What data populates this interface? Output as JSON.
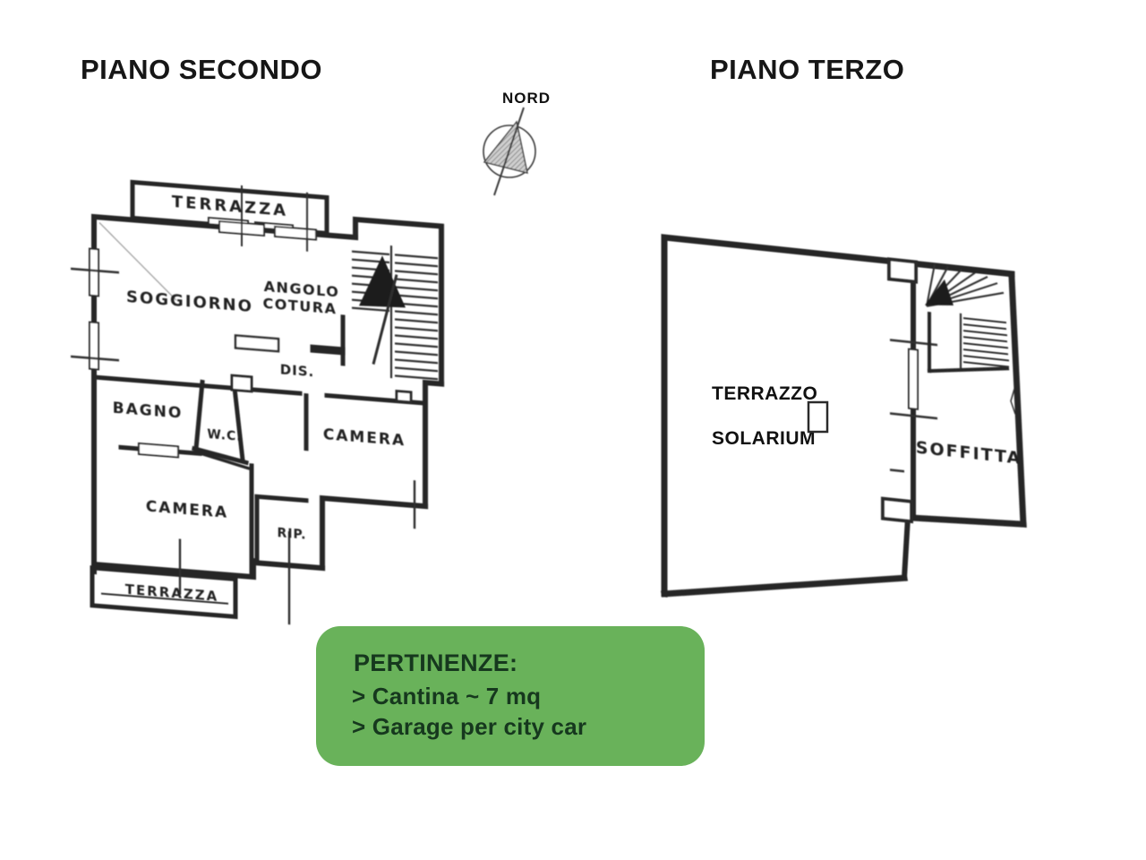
{
  "titles": {
    "floor2": "PIANO SECONDO",
    "floor3": "PIANO TERZO"
  },
  "compass": {
    "label": "NORD"
  },
  "floor2": {
    "rooms": {
      "terrazza_top": "TERRAZZA",
      "soggiorno": "SOGGIORNO",
      "angolo_line1": "ANGOLO",
      "angolo_line2": "COTURA",
      "dis": "DIS.",
      "bagno": "BAGNO",
      "wc": "W.C.",
      "camera_right": "CAMERA",
      "camera_left": "CAMERA",
      "rip": "RIP.",
      "terrazza_bottom": "TERRAZZA"
    }
  },
  "floor3": {
    "rooms": {
      "terrazzo": "TERRAZZO",
      "solarium": "SOLARIUM",
      "soffitta": "SOFFITTA"
    }
  },
  "pertinenze": {
    "title": "PERTINENZE:",
    "items": [
      "> Cantina ~ 7 mq",
      "> Garage per city car"
    ],
    "box_color": "#69b25a",
    "text_color": "#16381e"
  }
}
